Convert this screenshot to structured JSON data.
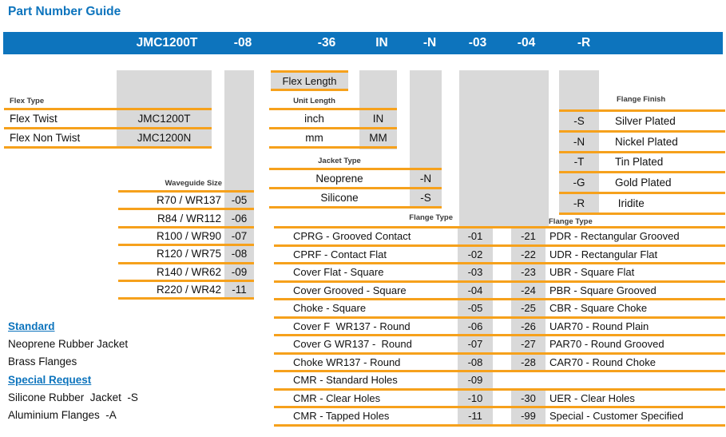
{
  "title": "Part Number Guide",
  "colors": {
    "blue": "#0d74bd",
    "orange": "#f6a11c",
    "gray": "#d9d9d9"
  },
  "part_number": {
    "segments": [
      "JMC1200T",
      "-08",
      "-36",
      "IN",
      "-N",
      "-03",
      "-04",
      "-R"
    ]
  },
  "flex_type": {
    "label": "Flex Type",
    "rows": [
      [
        "Flex Twist",
        "JMC1200T"
      ],
      [
        "Flex Non Twist",
        "JMC1200N"
      ]
    ]
  },
  "waveguide_size": {
    "label": "Waveguide Size",
    "rows": [
      [
        "R70 / WR137",
        "-05"
      ],
      [
        "R84 / WR112",
        "-06"
      ],
      [
        "R100 / WR90",
        "-07"
      ],
      [
        "R120 / WR75",
        "-08"
      ],
      [
        "R140 / WR62",
        "-09"
      ],
      [
        "R220 / WR42",
        "-11"
      ]
    ]
  },
  "flex_length": {
    "box_label": "Flex Length",
    "unit_label": "Unit Length",
    "rows": [
      [
        "inch",
        "IN"
      ],
      [
        "mm",
        "MM"
      ]
    ]
  },
  "jacket_type": {
    "label": "Jacket Type",
    "rows": [
      [
        "Neoprene",
        "-N"
      ],
      [
        "Silicone",
        "-S"
      ]
    ]
  },
  "flange_type": {
    "label_left": "Flange Type",
    "label_right": "Flange Type",
    "rows": [
      [
        "CPRG - Grooved Contact",
        "-01",
        "-21",
        "PDR - Rectangular Grooved"
      ],
      [
        "CPRF - Contact Flat",
        "-02",
        "-22",
        "UDR - Rectangular Flat"
      ],
      [
        "Cover Flat - Square",
        "-03",
        "-23",
        "UBR - Square Flat"
      ],
      [
        "Cover Grooved - Square",
        "-04",
        "-24",
        "PBR - Square Grooved"
      ],
      [
        "Choke - Square",
        "-05",
        "-25",
        "CBR - Square Choke"
      ],
      [
        "Cover F  WR137 - Round",
        "-06",
        "-26",
        "UAR70 - Round Plain"
      ],
      [
        "Cover G WR137 -  Round",
        "-07",
        "-27",
        "PAR70 - Round Grooved"
      ],
      [
        "Choke WR137 - Round",
        "-08",
        "-28",
        "CAR70 - Round Choke"
      ],
      [
        "CMR - Standard Holes",
        "-09",
        "",
        ""
      ],
      [
        "CMR - Clear Holes",
        "-10",
        "-30",
        "UER - Clear Holes"
      ],
      [
        "CMR - Tapped Holes",
        "-11",
        "-99",
        "Special - Customer Specified"
      ]
    ]
  },
  "flange_finish": {
    "label": "Flange Finish",
    "rows": [
      [
        "-S",
        "Silver Plated"
      ],
      [
        "-N",
        "Nickel Plated"
      ],
      [
        "-T",
        "Tin Plated"
      ],
      [
        "-G",
        "Gold Plated"
      ],
      [
        "-R",
        " Iridite"
      ]
    ]
  },
  "notes": {
    "standard_title": "Standard",
    "standard_lines": [
      "Neoprene Rubber Jacket",
      "Brass Flanges"
    ],
    "special_title": "Special Request",
    "special_lines": [
      "Silicone Rubber  Jacket  -S",
      "Aluminium Flanges  -A"
    ]
  }
}
